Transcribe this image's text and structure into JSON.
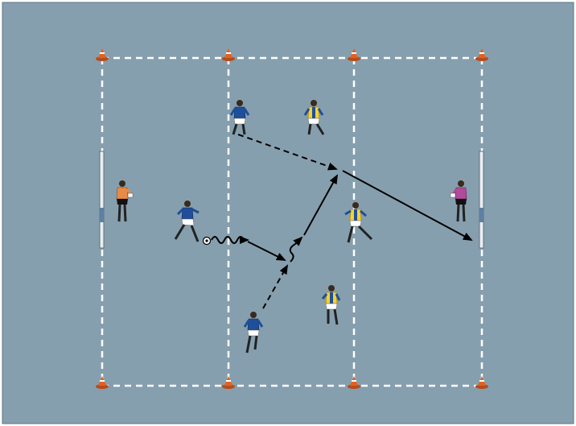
{
  "colors": {
    "field": "#869fae",
    "lines": "#ffffff",
    "arrows": "#000000",
    "team_blue_shirt": "#1f4f9a",
    "team_yellow_shirt": "#f2d23a",
    "keeper_left_shirt": "#e98b45",
    "keeper_right_shirt": "#b04a9a",
    "cone": "#e2611f"
  },
  "icons": {
    "cone": "training-cone-icon",
    "goal": "goal-frame-icon",
    "ball": "soccer-ball-icon",
    "player": "player-figure-icon"
  },
  "players": [
    {
      "name": "player-blue-top",
      "team": "blue"
    },
    {
      "name": "player-yellow-top",
      "team": "yellow"
    },
    {
      "name": "keeper-left",
      "team": "keeper-left"
    },
    {
      "name": "player-blue-dribbler",
      "team": "blue"
    },
    {
      "name": "player-yellow-middle",
      "team": "yellow"
    },
    {
      "name": "keeper-right",
      "team": "keeper-right"
    },
    {
      "name": "player-yellow-bottom",
      "team": "yellow"
    },
    {
      "name": "player-blue-bottom",
      "team": "blue"
    }
  ],
  "movements": [
    {
      "name": "dribble-path",
      "style": "wavy"
    },
    {
      "name": "run-to-overlap",
      "style": "solid"
    },
    {
      "name": "pass-from-bottom",
      "style": "dashed"
    },
    {
      "name": "dribble-short",
      "style": "wavy"
    },
    {
      "name": "run-forward",
      "style": "solid"
    },
    {
      "name": "pass-from-top",
      "style": "dashed"
    },
    {
      "name": "shot-on-goal",
      "style": "solid"
    }
  ]
}
